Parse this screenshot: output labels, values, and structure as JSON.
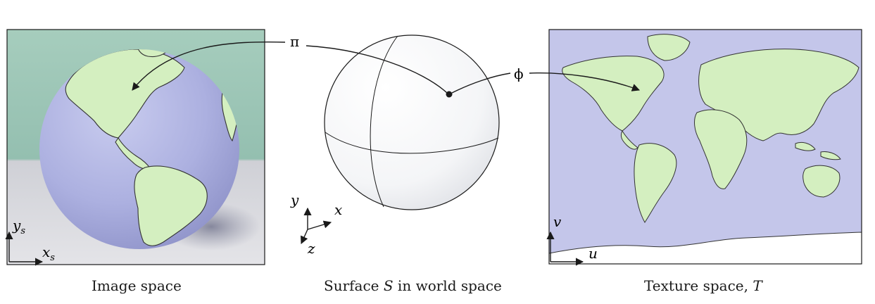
{
  "mappings": {
    "pi": "π",
    "phi": "ϕ"
  },
  "image_panel": {
    "axis_y": "y",
    "axis_y_sub": "s",
    "axis_x": "x",
    "axis_x_sub": "s",
    "caption": "Image space"
  },
  "world_panel": {
    "axis_x": "x",
    "axis_y": "y",
    "axis_z": "z",
    "caption_prefix": "Surface ",
    "caption_symbol": "S",
    "caption_suffix": " in world space"
  },
  "texture_panel": {
    "axis_v": "v",
    "axis_u": "u",
    "caption_prefix": "Texture space, ",
    "caption_symbol": "T"
  },
  "colors": {
    "ocean_globe": "#b3b6e3",
    "land": "#d4efc0",
    "ocean_map": "#c4c6ea",
    "background_panel": "#9fc7b8",
    "ground": "#d8d8dc"
  }
}
